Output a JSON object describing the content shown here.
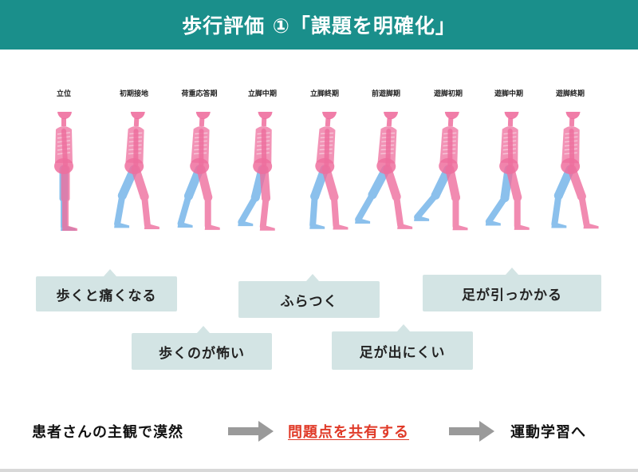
{
  "title": "歩行評価 ①「課題を明確化」",
  "phases": [
    {
      "label": "立位",
      "pose": "stand"
    },
    {
      "label": "初期接地",
      "pose": "ic"
    },
    {
      "label": "荷重応答期",
      "pose": "lr"
    },
    {
      "label": "立脚中期",
      "pose": "mst"
    },
    {
      "label": "立脚終期",
      "pose": "tst"
    },
    {
      "label": "前遊脚期",
      "pose": "psw"
    },
    {
      "label": "遊脚初期",
      "pose": "isw"
    },
    {
      "label": "遊脚中期",
      "pose": "msw"
    },
    {
      "label": "遊脚終期",
      "pose": "tsw"
    }
  ],
  "complaints": [
    {
      "text": "歩くと痛くなる"
    },
    {
      "text": "歩くのが怖い"
    },
    {
      "text": "ふらつく"
    },
    {
      "text": "足が出にくい"
    },
    {
      "text": "足が引っかかる"
    }
  ],
  "flow": {
    "step1": "患者さんの主観で漠然",
    "step2": "問題点を共有する",
    "step3": "運動学習へ"
  },
  "colors": {
    "title_bg": "#1a8f8b",
    "bubble_bg": "#d3e4e4",
    "highlight": "#e03a28",
    "pink_leg": "#ee6f9e",
    "blue_leg": "#6fb1e8"
  }
}
